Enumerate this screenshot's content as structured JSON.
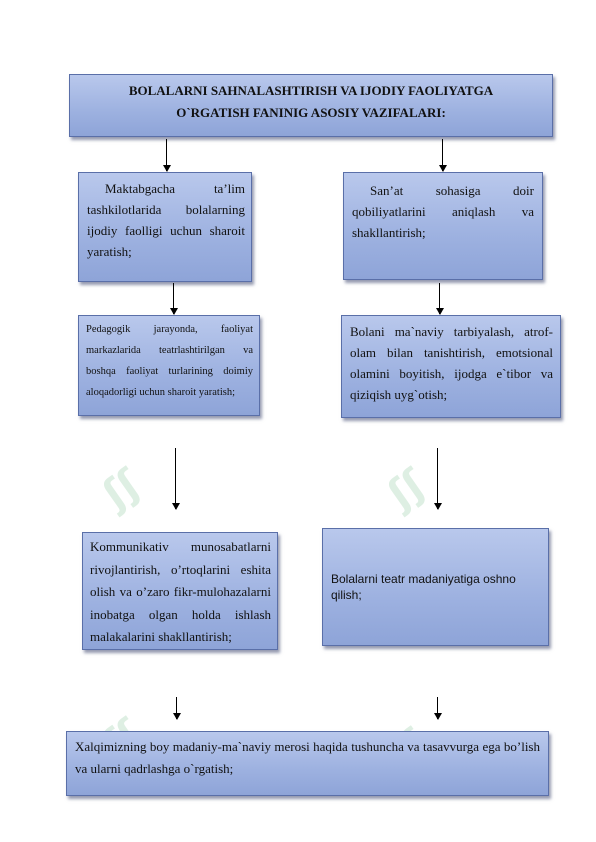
{
  "title": {
    "line1": "BOLALARNI SAHNALASHTIRISH VA IJODIY FAOLIYATGA",
    "line2": "O`RGATISH FANINIG  ASOSIY  VAZIFALARI:"
  },
  "boxes": {
    "left_1": "Maktabgacha ta’lim tashkilotlarida bolalarning ijodiy faolligi uchun sharoit yaratish;",
    "right_1": "San’at sohasiga doir qobiliyatlarini aniqlash va shakllantirish;",
    "left_2": "Pedagogik jarayonda, faoliyat markazlarida teatrlashtirilgan va boshqa faoliyat turlarining doimiy aloqadorligi uchun sharoit yaratish;",
    "right_2": "Bolani ma`naviy tarbiyalash, atrof-olam bilan tanishtirish, emotsional olamini boyitish, ijodga e`tibor va qiziqish uyg`otish;",
    "left_3": "Kommunikativ munosabatlarni rivojlantirish, o’rtoqlarini eshita olish va o’zaro fikr-mulohazalarni inobatga olgan holda ishlash malakalarini shakllantirish;",
    "right_3": "Bolalarni teatr madaniyatiga oshno qilish;",
    "bottom": "Xalqimizning boy madaniy-ma`naviy merosi haqida tushuncha va tasavvurga ega bo’lish va ularni qadrlashga o`rgatish;"
  },
  "colors": {
    "box_fill": "#9db1e0",
    "box_border": "#5a6fa8",
    "watermark": "#3aa05a"
  }
}
